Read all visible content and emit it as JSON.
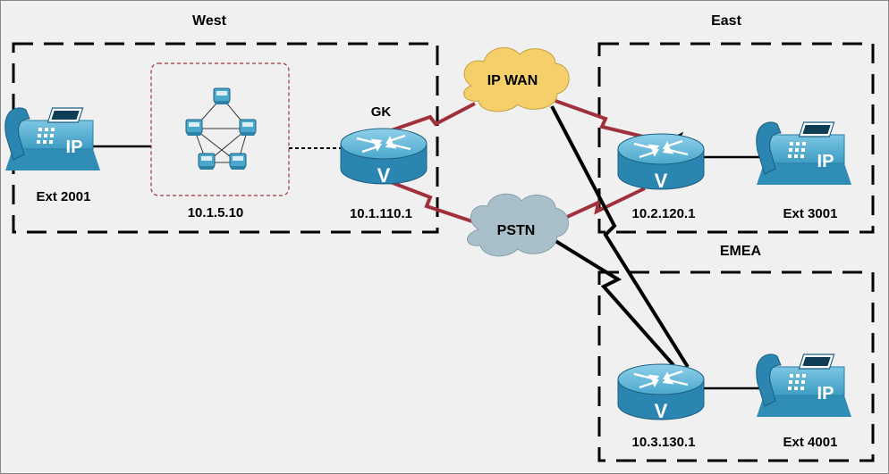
{
  "regions": {
    "west": "West",
    "east": "East",
    "emea": "EMEA"
  },
  "clouds": {
    "ip_wan": "IP WAN",
    "pstn": "PSTN"
  },
  "routers": {
    "west": {
      "role": "GK",
      "ip": "10.1.110.1",
      "mark": "V"
    },
    "east": {
      "ip": "10.2.120.1",
      "mark": "V"
    },
    "emea": {
      "ip": "10.3.130.1",
      "mark": "V"
    }
  },
  "call_manager_cluster": {
    "ip": "10.1.5.10"
  },
  "phones": {
    "west": {
      "ext": "Ext 2001",
      "mark": "IP"
    },
    "east": {
      "ext": "Ext 3001",
      "mark": "IP"
    },
    "emea": {
      "ext": "Ext 4001",
      "mark": "IP"
    }
  },
  "colors": {
    "background": "#f0f0f0",
    "device_blue": "#4aa8cc",
    "device_dark": "#2a7fa6",
    "serial_link_red": "#a0303c",
    "cloud_wan": "#f5cf6a",
    "cloud_pstn": "#a9bfc9",
    "region_border": "#000000",
    "cluster_border": "#a0303c"
  },
  "icons": {
    "phone": "ip-phone-icon",
    "router": "voice-router-icon",
    "cluster": "callmanager-cluster-icon",
    "cloud": "network-cloud-icon"
  }
}
